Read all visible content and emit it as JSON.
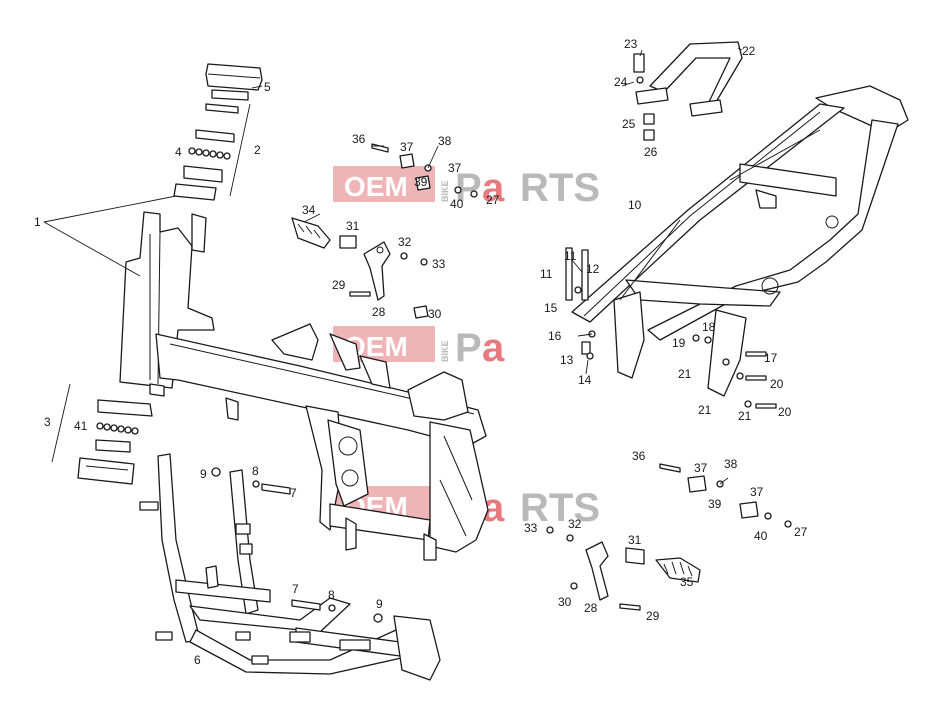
{
  "watermark": {
    "brand_left": "OEM",
    "brand_small": "BIKE",
    "brand_p": "P",
    "brand_a": "a",
    "brand_right": "RTS"
  },
  "colors": {
    "line": "#1a1a1a",
    "watermark_red": "#e05a5f",
    "watermark_grey": "#b9b9b9"
  },
  "callouts": [
    "1",
    "2",
    "3",
    "4",
    "5",
    "6",
    "7",
    "8",
    "9",
    "10",
    "11",
    "12",
    "13",
    "14",
    "15",
    "16",
    "17",
    "18",
    "19",
    "20",
    "21",
    "22",
    "23",
    "24",
    "25",
    "26",
    "27",
    "28",
    "29",
    "30",
    "31",
    "32",
    "33",
    "34",
    "35",
    "36",
    "37",
    "38",
    "39",
    "40",
    "41"
  ]
}
